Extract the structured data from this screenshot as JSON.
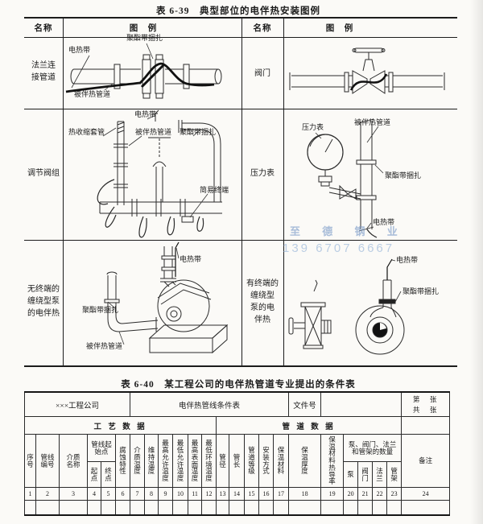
{
  "watermarks": {
    "wm1": "至 德 钢 业",
    "wm2": "139 6707 6667"
  },
  "table39": {
    "title": "表 6-39　典型部位的电伴热安装图例",
    "headers": {
      "name_left": "名称",
      "example_left": "图　例",
      "name_right": "名称",
      "example_right": "图　例"
    },
    "rows": {
      "r1_left": "法兰连\n接管道",
      "r1_right": "阀门",
      "r2_left": "调节阀组",
      "r2_right": "压力表",
      "r3_left": "无终端的\n缠绕型泵\n的电伴热",
      "r3_right": "有终端的\n缠绕型\n泵的电\n伴热"
    },
    "labels": {
      "flange": {
        "tape": "聚酯带捆扎",
        "cable": "电热带",
        "pipe": "被伴热管道"
      },
      "valve_group": {
        "cable": "电热带",
        "sleeve": "热收缩套管",
        "pipe": "被伴热管道",
        "tape": "聚酯带捆扎",
        "terminal": "简易终端"
      },
      "gauge": {
        "gauge": "压力表",
        "pipe": "被伴热管道",
        "tape": "聚酯带捆扎",
        "cable": "电热带"
      },
      "pump_open": {
        "cable": "电热带",
        "tape": "聚酯带捆扎",
        "pipe": "被伴热管道"
      },
      "pump_term": {
        "cable": "电热带",
        "tape": "聚酯带捆扎"
      }
    }
  },
  "table40": {
    "title": "表 6-40　某工程公司的电伴热管道专业提出的条件表",
    "info": {
      "company": "×××工程公司",
      "form_title": "电伴热管线条件表",
      "doc_label": "文件号",
      "doc_value": "",
      "pages": "第　张\n共　张"
    },
    "bands": {
      "process": "工 艺 数 据",
      "pipe": "管 道 数 据"
    },
    "groups": {
      "line_start": "管线起\n始点",
      "counts": "泵、阀门、法兰\n和管架的数量"
    },
    "cols": {
      "c1": {
        "h": "序\n号",
        "n": "1"
      },
      "c2": {
        "h": "管线\n编号",
        "n": "2"
      },
      "c3": {
        "h": "介质\n名称",
        "n": "3"
      },
      "c4": {
        "h": "起\n点",
        "n": "4"
      },
      "c5": {
        "h": "终\n点",
        "n": "5"
      },
      "c6": {
        "h": "腐\n蚀\n特\n性",
        "n": "6"
      },
      "c7": {
        "h": "介\n质\n温\n度",
        "n": "7"
      },
      "c8": {
        "h": "维\n持\n温\n度",
        "n": "8"
      },
      "c9": {
        "h": "最\n高\n允\n许\n温\n度",
        "n": "9"
      },
      "c10": {
        "h": "最\n低\n允\n许\n温\n度",
        "n": "10"
      },
      "c11": {
        "h": "最\n高\n表\n面\n温\n度",
        "n": "11"
      },
      "c12": {
        "h": "最\n低\n环\n境\n温\n度",
        "n": "12"
      },
      "c13": {
        "h": "管\n径",
        "n": "13"
      },
      "c14": {
        "h": "管\n长",
        "n": "14"
      },
      "c15": {
        "h": "管\n道\n等\n级",
        "n": "15"
      },
      "c16": {
        "h": "安\n装\n方\n式",
        "n": "16"
      },
      "c17": {
        "h": "保\n温\n材\n料",
        "n": "17"
      },
      "c18": {
        "h": "保\n温\n厚\n度",
        "n": "18"
      },
      "c19": {
        "h": "保\n温\n材\n料\n热\n导\n率",
        "n": "19"
      },
      "c20": {
        "h": "泵",
        "n": "20"
      },
      "c21": {
        "h": "阀\n门",
        "n": "21"
      },
      "c22": {
        "h": "法\n兰",
        "n": "22"
      },
      "c23": {
        "h": "管\n架",
        "n": "23"
      },
      "c24": {
        "h": "备注",
        "n": "24"
      }
    }
  }
}
